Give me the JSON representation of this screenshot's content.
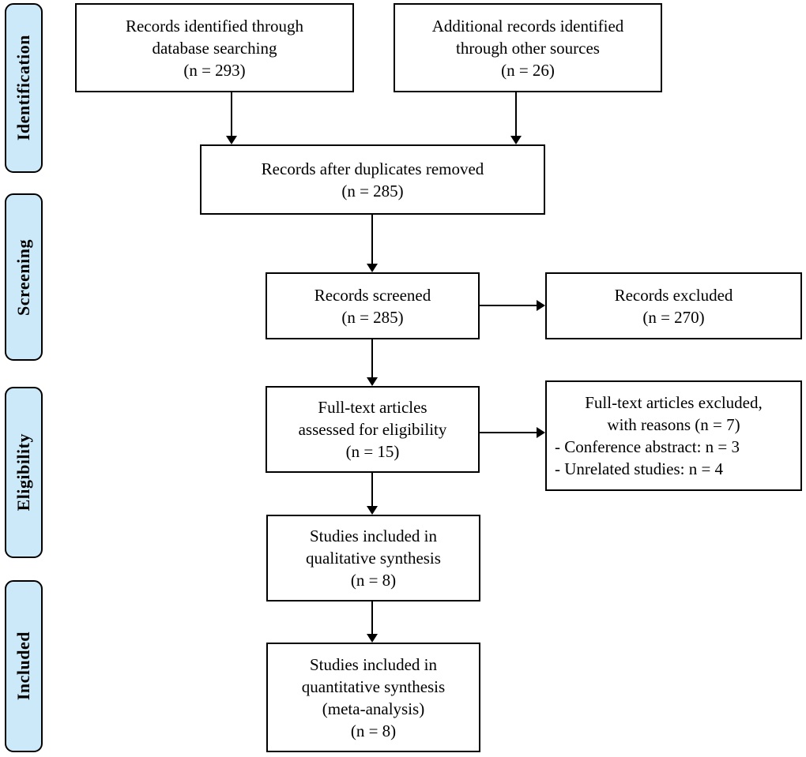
{
  "colors": {
    "stage_fill": "#cbe9f8",
    "stage_border": "#000000",
    "box_fill": "#ffffff",
    "box_border": "#000000",
    "arrow": "#000000",
    "text": "#000000",
    "background": "#ffffff"
  },
  "stages": [
    {
      "label": "Identification"
    },
    {
      "label": "Screening"
    },
    {
      "label": "Eligibility"
    },
    {
      "label": "Included"
    }
  ],
  "boxes": {
    "identified": {
      "lines": [
        "Records identified through",
        "database searching",
        "(n = 293)"
      ]
    },
    "additional": {
      "lines": [
        "Additional records identified",
        "through other sources",
        "(n = 26)"
      ]
    },
    "duplicates": {
      "lines": [
        "Records after duplicates removed",
        "(n = 285)"
      ]
    },
    "screened": {
      "lines": [
        "Records screened",
        "(n = 285)"
      ]
    },
    "excluded": {
      "lines": [
        "Records excluded",
        "(n = 270)"
      ]
    },
    "fulltext": {
      "lines": [
        "Full-text articles",
        "assessed for eligibility",
        "(n = 15)"
      ]
    },
    "fulltext_excluded": {
      "centered_lines": [
        "Full-text articles excluded,",
        "with reasons (n = 7)"
      ],
      "reason_lines": [
        "- Conference abstract: n = 3",
        "- Unrelated studies: n = 4"
      ]
    },
    "qualitative": {
      "lines": [
        "Studies included in",
        "qualitative synthesis",
        "(n = 8)"
      ]
    },
    "quantitative": {
      "lines": [
        "Studies included in",
        "quantitative synthesis",
        "(meta-analysis)",
        "(n = 8)"
      ]
    }
  }
}
